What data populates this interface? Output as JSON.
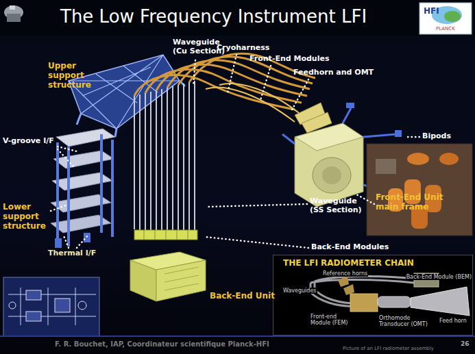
{
  "diagram": {
    "title": "The Low Frequency Instrument LFI",
    "nodes": [
      {
        "text": [
          "THE LFI RADIOMETER CHAIN"
        ]
      }
    ],
    "labels": [
      "Upper support structure",
      "V-groove I/F",
      "Lower support structure",
      "Thermal I/F",
      "Waveguide (Cu Section)",
      "Cryoharness",
      "Front-End Modules",
      "Feedhorn and OMT",
      "Bipods",
      "Front-End Unit main frame",
      "Waveguide (SS Section)",
      "Back-End Modules",
      "Back-End Unit",
      "Reference horns",
      "Waveguides",
      "Back-End Module (BEM)",
      "Front-end Module (FEM)",
      "Orthomode Transducer (OMT)",
      "Feed horn",
      "HFI",
      "PLANCK",
      "F. R. Bouchet, IAP, Coordinateur scientifique Planck-HFI",
      "26",
      "Picture of an LFI radiometer assembly"
    ]
  }
}
